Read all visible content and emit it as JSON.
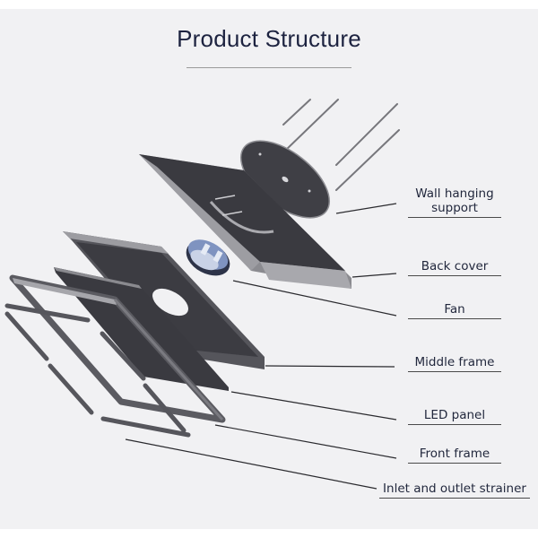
{
  "title": "Product Structure",
  "components": [
    {
      "id": "wall-hanging-support",
      "label_line1": "Wall hanging",
      "label_line2": "support"
    },
    {
      "id": "back-cover",
      "label": "Back cover"
    },
    {
      "id": "fan",
      "label": "Fan"
    },
    {
      "id": "middle-frame",
      "label": "Middle frame"
    },
    {
      "id": "led-panel",
      "label": "LED panel"
    },
    {
      "id": "front-frame",
      "label": "Front frame"
    },
    {
      "id": "inlet-outlet-strainer",
      "label": "Inlet and outlet strainer"
    }
  ],
  "colors": {
    "background": "#f1f1f3",
    "title": "#1d2340",
    "label": "#22283d",
    "part_dark": "#3c3c42",
    "part_mid": "#6e6e74",
    "part_light": "#a9a9ae",
    "fan_blue": "#6f86b8"
  }
}
